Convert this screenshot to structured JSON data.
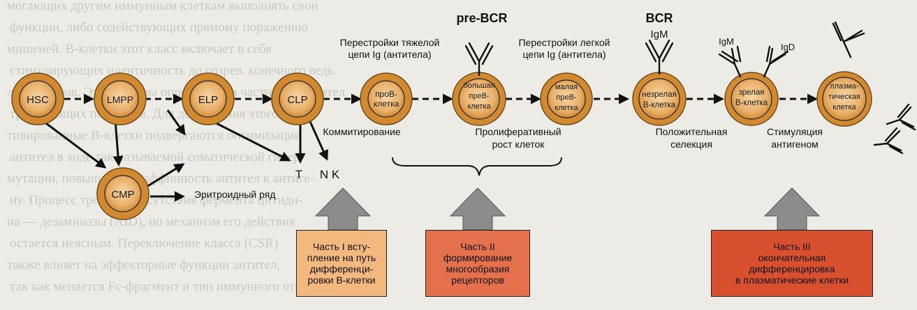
{
  "background_lines": [
    "могающих другим иммунным клеткам выполнять свои",
    "функции, либо содействующих прямому поражению",
    "мишеней. В-клетки этот класс включает в себя",
    "стимулирующих идентичность до созрев. конечного ведь",
    "лимфоцитов. Эти факторы определяют в частности антител",
    "тральзующих патогенов. Для достижения этого ак-",
    "тивированные В-клетки подвергаются оптимизации",
    "антител в ходе так называемой соматической гипер-",
    "мутации, повышающей аффинность антител к антиге-",
    "ну. Процесс требует присутствия фермента цитиди-",
    "на — дезаминазы (AID), но механизм его действия",
    "остается неясным. Переключение класса (CSR)",
    "также влияет на эффекторные функции антител,",
    "так как меняется Fc-фрагмент и тип иммунного ответа"
  ],
  "cells": {
    "hsc": "HSC",
    "lmpp": "LMPP",
    "elp": "ELP",
    "clp": "CLP",
    "cmp": "CMP",
    "pro_b": [
      "проВ-",
      "клетка"
    ],
    "large_pre_b": [
      "большая",
      "преВ-",
      "клетка"
    ],
    "small_pre_b": [
      "малая",
      "преВ-",
      "клетка"
    ],
    "immature_b": [
      "незрелая",
      "В-клетка"
    ],
    "mature_b": [
      "зрелая",
      "В-клетка"
    ],
    "plasma": [
      "плазма-",
      "тическая",
      "клетка"
    ]
  },
  "receptor_labels": {
    "pre_bcr": "pre-BCR",
    "bcr": "BCR",
    "igm_bcr": "IgM",
    "igm_mature": "IgM",
    "igd_mature": "IgD"
  },
  "stage_labels": {
    "heavy_chain": [
      "Перестройки тяжелой",
      "цепи Ig (антитела)"
    ],
    "light_chain": [
      "Перестройки легкой",
      "цепи Ig (антитела)"
    ],
    "commitment": "Коммитирование",
    "proliferation": [
      "Пролиферативный",
      "рост клеток"
    ],
    "positive_selection": [
      "Положительная",
      "селекция"
    ],
    "antigen_stimulation": [
      "Стимуляция",
      "антигеном"
    ],
    "erythroid": "Эритроидный ряд",
    "t": "T",
    "nk": "N K"
  },
  "parts": {
    "part1": [
      "Часть I всту-",
      "пление на путь",
      "дифференци-",
      "ровки В-клетки"
    ],
    "part2": [
      "Часть II",
      "формирование",
      "многообразия",
      "рецепторов"
    ],
    "part3": [
      "Часть III",
      "окончательная",
      "дифференцировка",
      "в плазматические клетки"
    ]
  },
  "colors": {
    "cell_outer": "#d18a30",
    "cell_inner": "#eec48a",
    "part1_fill": "#f3b87e",
    "part2_fill": "#e4704c",
    "part3_fill": "#d9502f",
    "arrow_gray": "#8c8c8c"
  }
}
